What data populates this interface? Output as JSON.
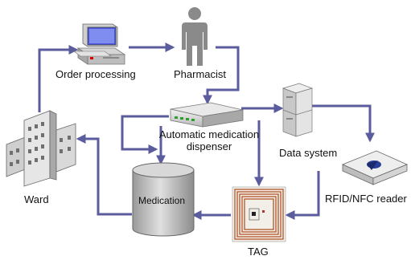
{
  "nodes": {
    "order_processing": {
      "label": "Order processing"
    },
    "pharmacist": {
      "label": "Pharmacist"
    },
    "dispenser": {
      "label_line1": "Automatic medication",
      "label_line2": "dispenser"
    },
    "data_system": {
      "label": "Data system"
    },
    "ward": {
      "label": "Ward"
    },
    "medication": {
      "label": "Medication"
    },
    "reader": {
      "label": "RFID/NFC reader"
    },
    "tag": {
      "label": "TAG"
    }
  },
  "colors": {
    "arrow": "#5b5c9e",
    "cylinder": "#c9c9c9",
    "building": "#d8d8d8",
    "person": "#8a8a8a",
    "tag_coil": "#b5542a"
  }
}
